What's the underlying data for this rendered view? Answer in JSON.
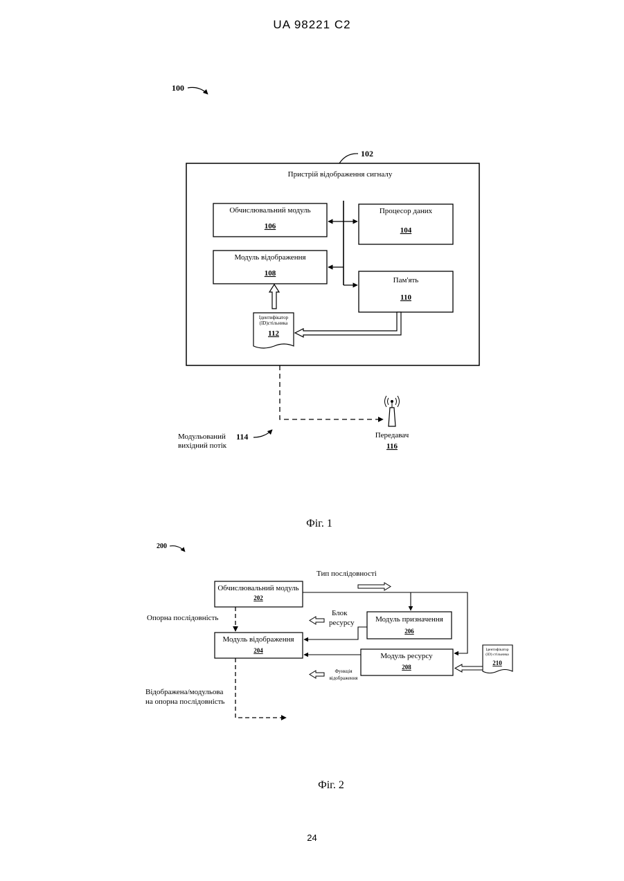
{
  "header": {
    "doc_id": "UA   98221   C2"
  },
  "page_number": "24",
  "fig1": {
    "ref_system": "100",
    "ref_device": "102",
    "device_title": "Пристрій відображення сигналу",
    "compute_module": {
      "label": "Обчислювальний модуль",
      "ref": "106"
    },
    "data_processor": {
      "label": "Процесор даних",
      "ref": "104"
    },
    "mapping_module": {
      "label": "Модуль відображення",
      "ref": "108"
    },
    "memory": {
      "label": "Пам'ять",
      "ref": "110"
    },
    "cell_id": {
      "line1": "Ідентифікатор",
      "line2": "(ID)стільника",
      "ref": "112"
    },
    "stream": {
      "line1": "Модульований",
      "line2": "вихідний потік",
      "ref": "114"
    },
    "transmitter": {
      "label": "Передавач",
      "ref": "116"
    },
    "caption": "Фіг. 1"
  },
  "fig2": {
    "ref_system": "200",
    "compute_module": {
      "label": "Обчислювальний модуль",
      "ref": "202"
    },
    "mapping_module": {
      "label": "Модуль відображення",
      "ref": "204"
    },
    "assign_module": {
      "label": "Модуль призначення",
      "ref": "206"
    },
    "resource_module": {
      "label": "Модуль ресурсу",
      "ref": "208"
    },
    "cell_id": {
      "line1": "Ідентифікатор",
      "line2": "(ID) стільника",
      "ref": "210"
    },
    "sequence_type": "Тип послідовності",
    "reference_sequence": "Опорна послідовність",
    "resource_block": {
      "line1": "Блок",
      "line2": "ресурсу"
    },
    "mapping_function": {
      "line1": "Функція",
      "line2": "відображення"
    },
    "output": {
      "line1": "Відображена/модульова",
      "line2": "на опорна послідовність"
    },
    "caption": "Фіг. 2"
  }
}
